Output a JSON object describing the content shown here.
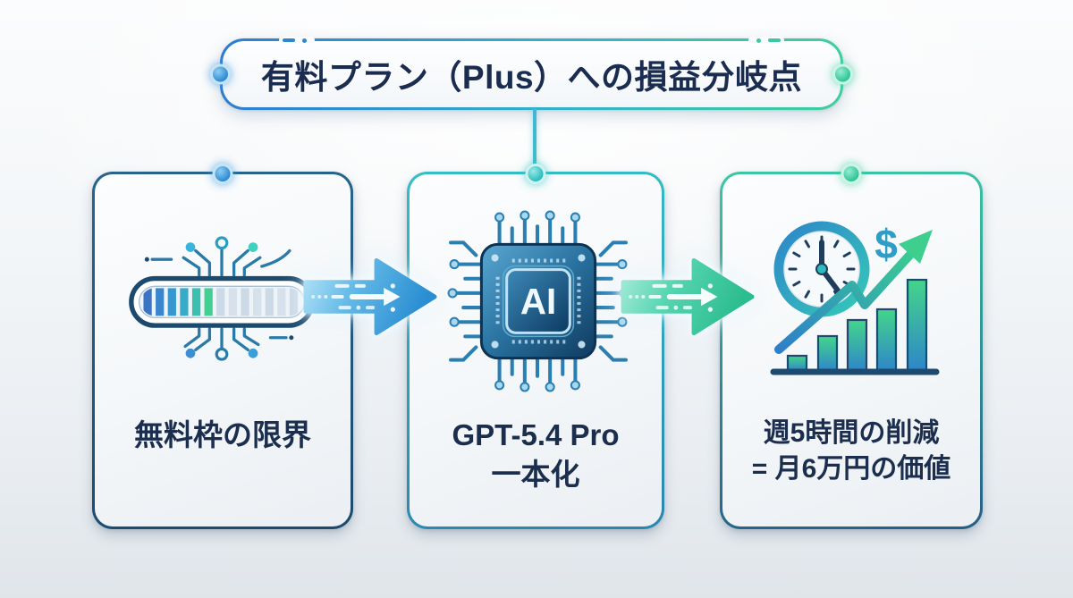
{
  "banner": {
    "title": "有料プラン（Plus）への損益分岐点"
  },
  "cards": [
    {
      "id": "free-tier-limit",
      "lines": [
        "無料枠の限界"
      ]
    },
    {
      "id": "gpt-pro-consolidation",
      "lines": [
        "GPT-5.4 Pro",
        "一本化"
      ],
      "chip_label": "AI"
    },
    {
      "id": "time-value",
      "lines": [
        "週5時間の削減",
        "= 月6万円の価値"
      ],
      "dollar_sign": "$"
    }
  ],
  "icons": {
    "card1": "usage-progress-bar-circuit-icon",
    "card2": "ai-chip-icon",
    "card3": "clock-money-growth-chart-icon",
    "between_cards": "flow-arrow-right-icon"
  },
  "colors": {
    "title_text": "#1a2c50",
    "label_text": "#1b2e4e",
    "banner_border_gradient": [
      "#2e7cd0",
      "#35b2c9",
      "#3fcf9c"
    ],
    "card1_border": "#1e5377",
    "card2_border": "#2fa9b9",
    "card3_border": "#31b397",
    "node_blue": "#2f8ad2",
    "node_teal": "#38c8c8",
    "node_green": "#3bcf9d",
    "arrow1_gradient": [
      "#a8e0f6",
      "#2a8ed2"
    ],
    "arrow2_gradient": [
      "#8ae5cf",
      "#2cbd8e"
    ],
    "background": "#f3f6f8"
  }
}
